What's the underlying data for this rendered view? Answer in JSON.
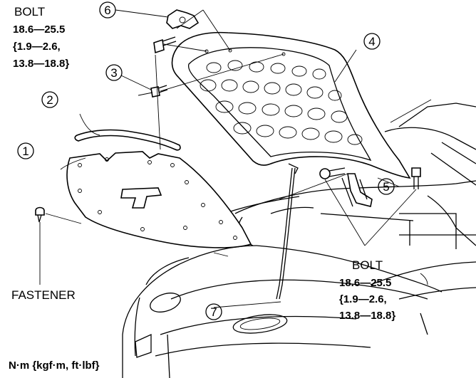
{
  "callouts": {
    "c1": "1",
    "c2": "2",
    "c3": "3",
    "c4": "4",
    "c5": "5",
    "c6": "6",
    "c7": "7"
  },
  "bolt_top": {
    "title": "BOLT",
    "line1": "18.6—25.5",
    "line2": "{1.9—2.6,",
    "line3": "13.8—18.8}"
  },
  "bolt_bottom": {
    "title": "BOLT",
    "line1": "18.6—25.5",
    "line2": "{1.9—2.6,",
    "line3": "13.8—18.8}"
  },
  "fastener_label": "FASTENER",
  "units_note": "N·m {kgf·m, ft·lbf}"
}
